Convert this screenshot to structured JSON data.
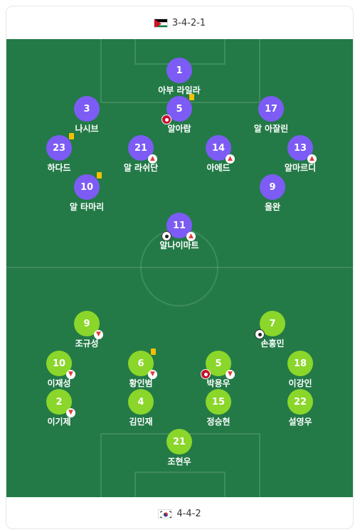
{
  "away": {
    "formation": "3-4-2-1",
    "flag_icon": "jordan-flag-icon",
    "color": "#7c5cf5",
    "players": [
      {
        "number": "1",
        "name": "아부 라일라"
      },
      {
        "number": "3",
        "name": "나시브"
      },
      {
        "number": "5",
        "name": "알아랍",
        "card": "yellow",
        "goal": "own-goal"
      },
      {
        "number": "17",
        "name": "알 아잘린"
      },
      {
        "number": "23",
        "name": "하다드",
        "card": "yellow"
      },
      {
        "number": "21",
        "name": "알 라쉬단",
        "sub": "out"
      },
      {
        "number": "14",
        "name": "아에드",
        "sub": "out"
      },
      {
        "number": "13",
        "name": "알마르디",
        "sub": "out"
      },
      {
        "number": "10",
        "name": "알 타마리",
        "card": "yellow"
      },
      {
        "number": "9",
        "name": "올완"
      },
      {
        "number": "11",
        "name": "알나이마트",
        "goal": "goal",
        "sub": "out"
      }
    ]
  },
  "home": {
    "formation": "4-4-2",
    "flag_icon": "south-korea-flag-icon",
    "color": "#8ad62a",
    "players": [
      {
        "number": "9",
        "name": "조규성",
        "sub": "out"
      },
      {
        "number": "7",
        "name": "손흥민",
        "goal": "goal"
      },
      {
        "number": "10",
        "name": "이재성",
        "sub": "out"
      },
      {
        "number": "6",
        "name": "황인범",
        "card": "yellow",
        "sub": "out"
      },
      {
        "number": "5",
        "name": "박용우",
        "goal": "own-goal",
        "sub": "out"
      },
      {
        "number": "18",
        "name": "이강인"
      },
      {
        "number": "2",
        "name": "이기제",
        "sub": "out"
      },
      {
        "number": "4",
        "name": "김민재"
      },
      {
        "number": "15",
        "name": "정승현"
      },
      {
        "number": "22",
        "name": "설영우"
      },
      {
        "number": "21",
        "name": "조현우"
      }
    ]
  }
}
